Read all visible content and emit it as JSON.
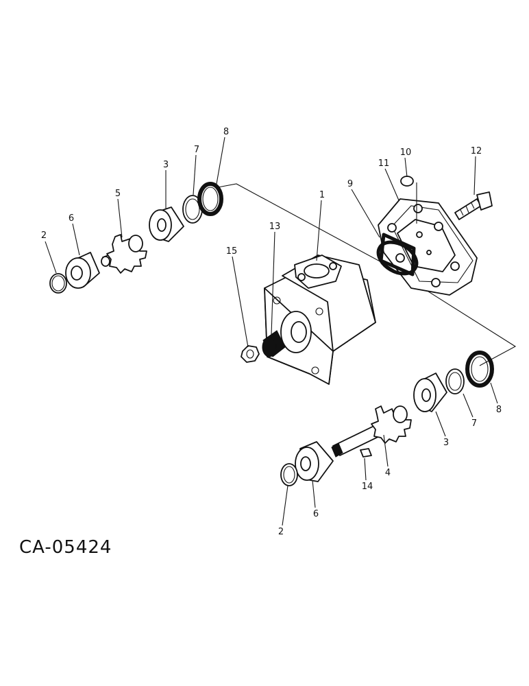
{
  "figure_code": "CA-05424",
  "callouts": {
    "c1": "1",
    "c2a": "2",
    "c2b": "2",
    "c3a": "3",
    "c3b": "3",
    "c4": "4",
    "c5": "5",
    "c6a": "6",
    "c6b": "6",
    "c7a": "7",
    "c7b": "7",
    "c8a": "8",
    "c8b": "8",
    "c9": "9",
    "c10": "10",
    "c11": "11",
    "c12": "12",
    "c13": "13",
    "c14": "14",
    "c15": "15"
  }
}
